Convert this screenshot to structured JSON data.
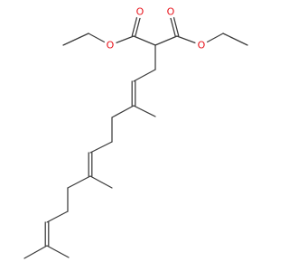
{
  "molecule": {
    "colors": {
      "bond": "#3a3a3a",
      "oxygen": "#e8131b",
      "background": "#ffffff"
    },
    "atoms": [
      {
        "id": "A1",
        "element": "O",
        "label": "O"
      },
      {
        "id": "A2",
        "element": "O",
        "label": "O"
      },
      {
        "id": "A3",
        "element": "O",
        "label": "O"
      },
      {
        "id": "A4",
        "element": "O",
        "label": "O"
      }
    ],
    "bond_count": 27
  }
}
